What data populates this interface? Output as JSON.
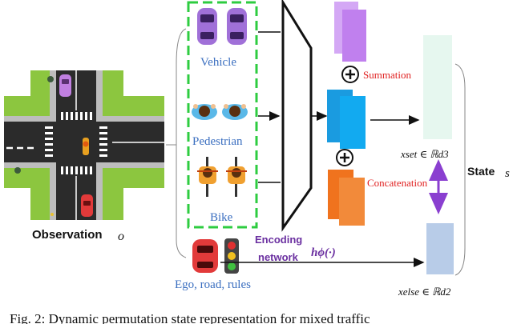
{
  "labels": {
    "observation": "Observation",
    "observation_symbol": "o",
    "vehicle": "Vehicle",
    "pedestrian": "Pedestrian",
    "bike": "Bike",
    "ego_road_rules": "Ego, road, rules",
    "encoding_network_line1": "Encoding",
    "encoding_network_line2": "network",
    "encoding_fn": "hϕ(·)",
    "summation": "Summation",
    "concatenation": "Concatenation",
    "x_set": "xset ∈ ℝd3",
    "x_else": "xelse ∈ ℝd2",
    "state": "State",
    "state_symbol": "s",
    "caption": "Fig. 2: Dynamic permutation state representation for mixed traffic"
  },
  "colors": {
    "dashed_box": "#2ecc40",
    "purple_block": "#c89bf0",
    "blue_block": "#1aa3e6",
    "orange_block": "#f07a2a",
    "set_block": "#e6f7ef",
    "else_block": "#b8cce8",
    "arrow_purple": "#8a3fd0",
    "road_green": "#8cc63f",
    "road_dark": "#2b2b2b"
  },
  "icons": [
    "traffic-intersection-icon",
    "vehicle-icon",
    "pedestrian-icon",
    "bike-icon",
    "car-icon",
    "traffic-light-icon",
    "plus-icon"
  ]
}
